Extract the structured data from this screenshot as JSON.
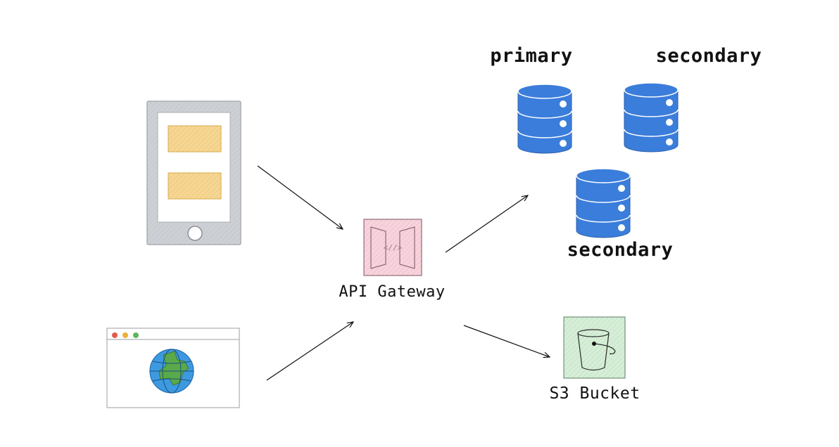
{
  "labels": {
    "primary": "primary",
    "secondary_top": "secondary",
    "secondary_bottom": "secondary",
    "api_gateway": "API Gateway",
    "s3_bucket": "S3 Bucket",
    "gateway_glyph": "<//>"
  },
  "icons": {
    "mobile": "mobile-device-icon",
    "browser": "web-browser-icon",
    "globe": "globe-icon",
    "api_gateway": "api-gateway-icon",
    "database": "database-icon",
    "s3": "s3-bucket-icon"
  },
  "colors": {
    "database_blue": "#3b7ddb",
    "tablet_gray": "#c9cdd2",
    "card_yellow": "#f5d693",
    "gateway_pink": "#f7d4dd",
    "bucket_green": "#cde9cf",
    "globe_blue": "#3d9ae0",
    "globe_green": "#5aa94b",
    "dot_red": "#e05b4b",
    "dot_yellow": "#e8b23c",
    "dot_green": "#5cb85c"
  }
}
